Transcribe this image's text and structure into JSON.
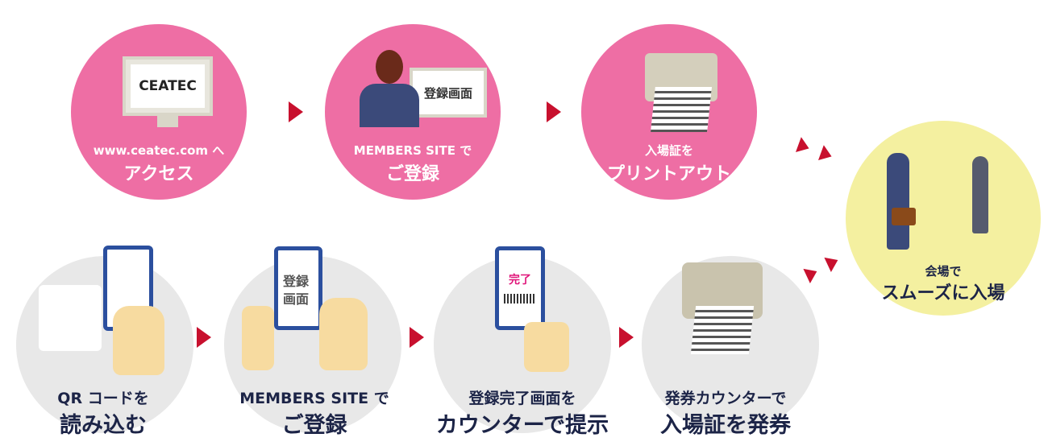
{
  "top_steps": [
    {
      "line1": "www.ceatec.com へ",
      "line2": "アクセス",
      "screen": "CEATEC"
    },
    {
      "line1": "MEMBERS SITE で",
      "line2": "ご登録",
      "screen": "登録画面"
    },
    {
      "line1": "入場証を",
      "line2": "プリントアウト"
    }
  ],
  "bottom_steps": [
    {
      "line1": "QR コードを",
      "line2": "読み込む"
    },
    {
      "line1": "MEMBERS SITE で",
      "line2": "ご登録",
      "screen": "登録画面"
    },
    {
      "line1": "登録完了画面を",
      "line2": "カウンターで提示",
      "screen": "完了"
    },
    {
      "line1": "発券カウンターで",
      "line2": "入場証を発券"
    }
  ],
  "final": {
    "line1": "会場で",
    "line2": "スムーズに入場"
  },
  "colors": {
    "pink": "#ee6ea4",
    "gray": "#e8e8e8",
    "yellow": "#f4f0a0",
    "arrow": "#c8102e",
    "navy": "#1c2447"
  }
}
